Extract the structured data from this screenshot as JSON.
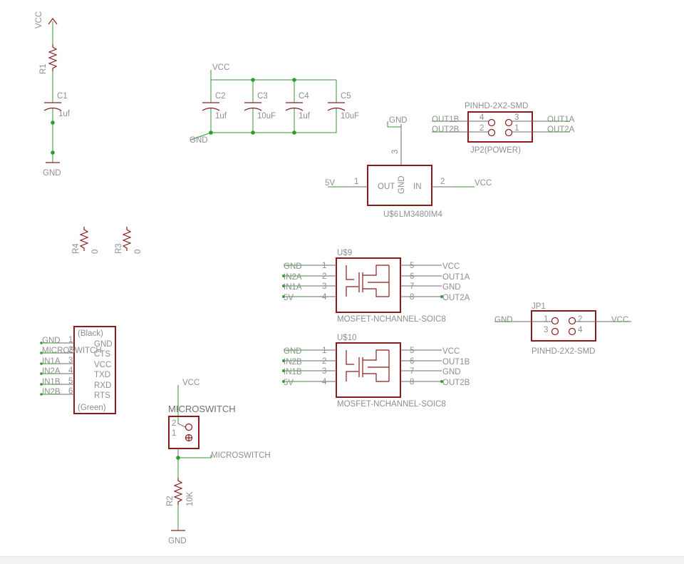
{
  "schematic": {
    "supply": {
      "vcc": "VCC",
      "gnd": "GND",
      "v5": "5V"
    },
    "left_chain": {
      "r1": "R1",
      "c1": "C1",
      "c1_value": "1uf"
    },
    "caps": [
      {
        "name": "C2",
        "value": "1uf"
      },
      {
        "name": "C3",
        "value": "10uF"
      },
      {
        "name": "C4",
        "value": "1uf"
      },
      {
        "name": "C5",
        "value": "10uF"
      }
    ],
    "resistors": [
      {
        "name": "R4",
        "value": "0"
      },
      {
        "name": "R3",
        "value": "0"
      }
    ],
    "regulator": {
      "name": "U$6",
      "part": "LM3480IM4",
      "out": "OUT",
      "gnd": "GND",
      "in": "IN",
      "pin1": "1",
      "pin2": "2",
      "pin3": "3"
    },
    "jp2": {
      "part": "PINHD-2X2-SMD",
      "label": "JP2(POWER)",
      "nets": [
        "OUT1B",
        "OUT2B",
        "OUT1A",
        "OUT2A"
      ],
      "pins": [
        "4",
        "2",
        "3",
        "1"
      ]
    },
    "jp1": {
      "name": "JP1",
      "part": "PINHD-2X2-SMD",
      "pins": [
        "1",
        "2",
        "3",
        "4"
      ]
    },
    "mosfet_u9": {
      "name": "U$9",
      "part": "MOSFET-NCHANNEL-SOIC8",
      "left": [
        "GND",
        "IN2A",
        "IN1A",
        "5V"
      ],
      "right": [
        "VCC",
        "OUT1A",
        "GND",
        "OUT2A"
      ],
      "left_pins": [
        "1",
        "2",
        "3",
        "4"
      ],
      "right_pins": [
        "5",
        "6",
        "7",
        "8"
      ]
    },
    "mosfet_u10": {
      "name": "U$10",
      "part": "MOSFET-NCHANNEL-SOIC8",
      "left": [
        "GND",
        "IN2B",
        "IN1B",
        "5V"
      ],
      "right": [
        "VCC",
        "OUT1B",
        "GND",
        "OUT2B"
      ],
      "left_pins": [
        "1",
        "2",
        "3",
        "4"
      ],
      "right_pins": [
        "5",
        "6",
        "7",
        "8"
      ]
    },
    "ftdi": {
      "top_label": "(Black)",
      "bottom_label": "(Green)",
      "nets": [
        "GND",
        "MICROSWITCH",
        "IN1A",
        "IN2A",
        "IN1B",
        "IN2B"
      ],
      "pins": [
        "1",
        "2",
        "3",
        "4",
        "5",
        "6"
      ],
      "signals": [
        "GND",
        "CTS",
        "VCC",
        "TXD",
        "RXD",
        "RTS"
      ]
    },
    "microswitch": {
      "title": "MICROSWITCH",
      "net": "MICROSWITCH",
      "pin2": "2",
      "pin1": "1",
      "r2": "R2",
      "r2_value": "10K"
    }
  }
}
